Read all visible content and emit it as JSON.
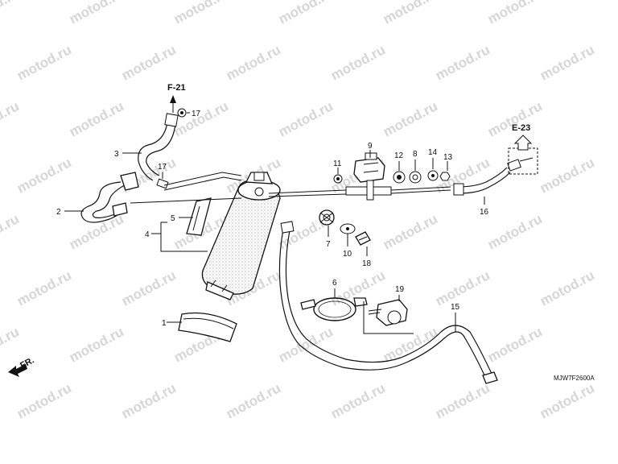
{
  "watermark": "motod.ru",
  "diagram_code": "MJW7F2600A",
  "front_arrow_label": "FR.",
  "refs": {
    "upper": "F-21",
    "right": "E-23"
  },
  "callouts": {
    "p1": "1",
    "p2": "2",
    "p3": "3",
    "p4": "4",
    "p5": "5",
    "p6": "6",
    "p7": "7",
    "p8": "8",
    "p9": "9",
    "p10": "10",
    "p11": "11",
    "p12": "12",
    "p13": "13",
    "p14": "14",
    "p15": "15",
    "p16": "16",
    "p17a": "17",
    "p17b": "17",
    "p18": "18",
    "p19": "19"
  }
}
